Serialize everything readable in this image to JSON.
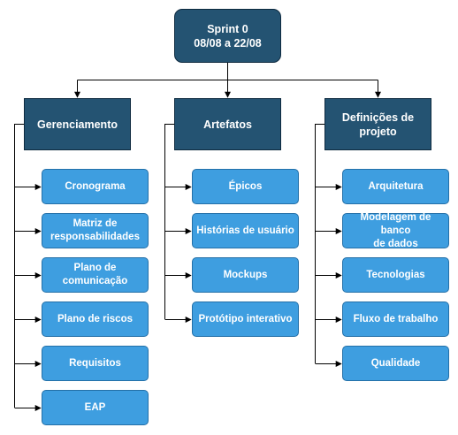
{
  "root": {
    "line1": "Sprint 0",
    "line2": "08/08 a 22/08"
  },
  "columns": [
    {
      "title_lines": [
        "Gerenciamento"
      ],
      "items": [
        [
          "Cronograma"
        ],
        [
          "Matriz de",
          "responsabilidades"
        ],
        [
          "Plano de",
          "comunicação"
        ],
        [
          "Plano de riscos"
        ],
        [
          "Requisitos"
        ],
        [
          "EAP"
        ]
      ]
    },
    {
      "title_lines": [
        "Artefatos"
      ],
      "items": [
        [
          "Épicos"
        ],
        [
          "Histórias de usuário"
        ],
        [
          "Mockups"
        ],
        [
          "Protótipo interativo"
        ]
      ]
    },
    {
      "title_lines": [
        "Definições de",
        "projeto"
      ],
      "items": [
        [
          "Arquitetura"
        ],
        [
          "Modelagem de banco",
          "de dados"
        ],
        [
          "Tecnologias"
        ],
        [
          "Fluxo de trabalho"
        ],
        [
          "Qualidade"
        ]
      ]
    }
  ],
  "colors": {
    "dark_node": "#245372",
    "light_node": "#3e9ee0",
    "connector": "#000000"
  }
}
